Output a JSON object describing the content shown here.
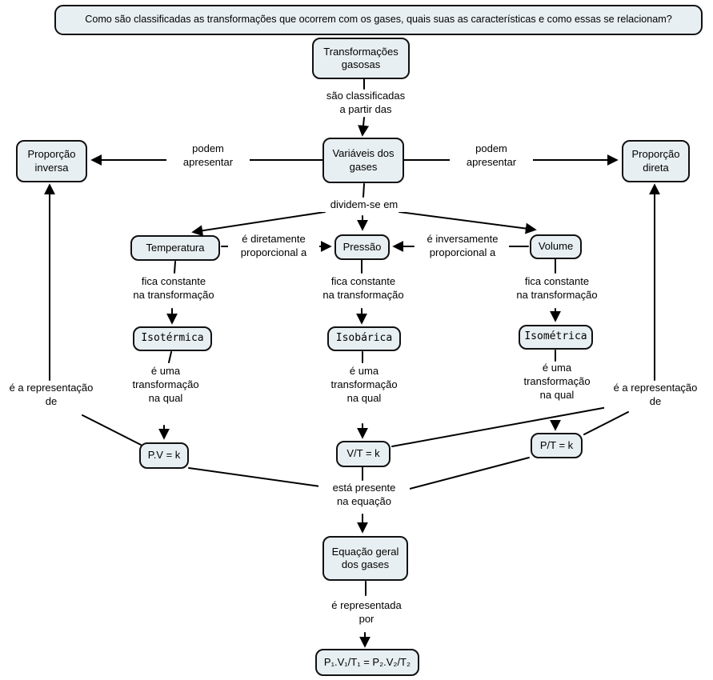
{
  "question": "Como são classificadas as transformações que ocorrem com os gases, quais suas as características e como essas se relacionam?",
  "colors": {
    "node_fill": "#e8eff2",
    "node_border": "#111111",
    "line": "#000000",
    "background": "#ffffff"
  },
  "nodes": {
    "transformacoes": {
      "lines": [
        "Transformações",
        "gasosas"
      ]
    },
    "variaveis": {
      "lines": [
        "Variáveis dos",
        "gases"
      ]
    },
    "prop_inversa": {
      "lines": [
        "Proporção",
        "inversa"
      ]
    },
    "prop_direta": {
      "lines": [
        "Proporção",
        "direta"
      ]
    },
    "temperatura": {
      "label": "Temperatura"
    },
    "pressao": {
      "label": "Pressão"
    },
    "volume": {
      "label": "Volume"
    },
    "isotermica": {
      "label": "Isotérmica"
    },
    "isobarica": {
      "label": "Isobárica"
    },
    "isometrica": {
      "label": "Isométrica"
    },
    "pv": {
      "label": "P.V = k"
    },
    "vt": {
      "label": "V/T = k"
    },
    "pt": {
      "label": "P/T = k"
    },
    "equacao_geral": {
      "lines": [
        "Equação geral",
        "dos gases"
      ]
    },
    "formula_final": {
      "label": "P₁.V₁/T₁ = P₂.V₂/T₂"
    }
  },
  "connectors": {
    "sao_classificadas": {
      "lines": [
        "são classificadas",
        "a partir das"
      ]
    },
    "podem_apresentar": {
      "lines": [
        "podem",
        "apresentar"
      ]
    },
    "dividem_se": {
      "label": "dividem-se em"
    },
    "diretamente": {
      "lines": [
        "é diretamente",
        "proporcional a"
      ]
    },
    "inversamente": {
      "lines": [
        "é inversamente",
        "proporcional a"
      ]
    },
    "fica_constante": {
      "lines": [
        "fica constante",
        "na transformação"
      ]
    },
    "e_uma": {
      "lines": [
        "é uma",
        "transformação",
        "na qual"
      ]
    },
    "esta_presente": {
      "lines": [
        "está presente",
        "na equação"
      ]
    },
    "representacao": {
      "lines": [
        "é a representação",
        "de"
      ]
    },
    "representada": {
      "lines": [
        "é representada",
        "por"
      ]
    }
  }
}
